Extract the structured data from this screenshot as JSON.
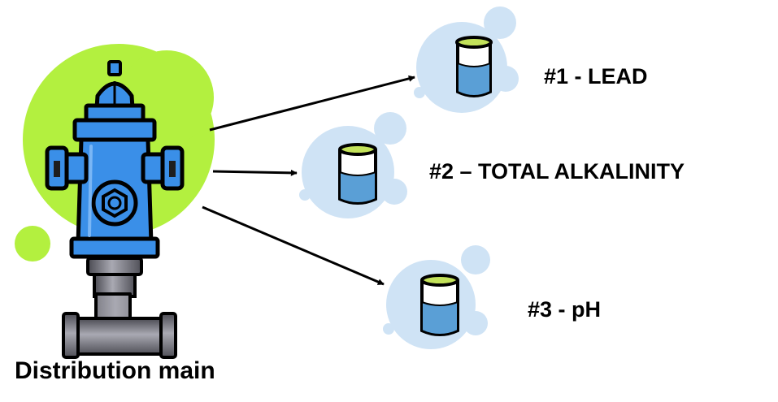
{
  "diagram": {
    "source": {
      "label": "Distribution main",
      "icon": "fire-hydrant-icon"
    },
    "samples": [
      {
        "label": "#1 - LEAD",
        "icon": "sample-cup-icon"
      },
      {
        "label": "#2 – TOTAL ALKALINITY",
        "icon": "sample-cup-icon"
      },
      {
        "label": "#3 - pH",
        "icon": "sample-cup-icon"
      }
    ]
  },
  "colors": {
    "hydrant_blue": "#3a8fe8",
    "hydrant_dark": "#0a0a0a",
    "background_blob_green": "#b3f03f",
    "cup_lid": "#c3e25a",
    "water_blue": "#5a9fd6",
    "cup_bubble": "#cfe3f5",
    "pipe_gray": "#6e6e78",
    "arrow": "#000000"
  }
}
